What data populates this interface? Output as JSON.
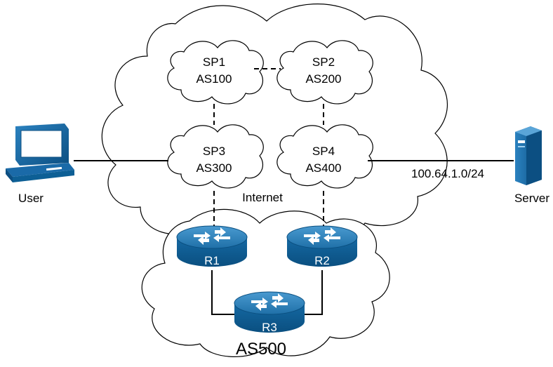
{
  "clouds": {
    "internet": {
      "label": "Internet"
    },
    "as500": {
      "label": "AS500"
    }
  },
  "autonomous_systems": [
    {
      "id": "sp1",
      "line1": "SP1",
      "line2": "AS100"
    },
    {
      "id": "sp2",
      "line1": "SP2",
      "line2": "AS200"
    },
    {
      "id": "sp3",
      "line1": "SP3",
      "line2": "AS300"
    },
    {
      "id": "sp4",
      "line1": "SP4",
      "line2": "AS400"
    }
  ],
  "routers": [
    {
      "id": "r1",
      "label": "R1"
    },
    {
      "id": "r2",
      "label": "R2"
    },
    {
      "id": "r3",
      "label": "R3"
    }
  ],
  "endpoints": {
    "user": {
      "label": "User"
    },
    "server": {
      "label": "Server"
    }
  },
  "links": {
    "server_subnet": "100.64.1.0/24"
  },
  "colors": {
    "router_top": "#2a7fb5",
    "router_side": "#0d5f95",
    "device_blue": "#1a6aa8",
    "line": "#000000"
  }
}
